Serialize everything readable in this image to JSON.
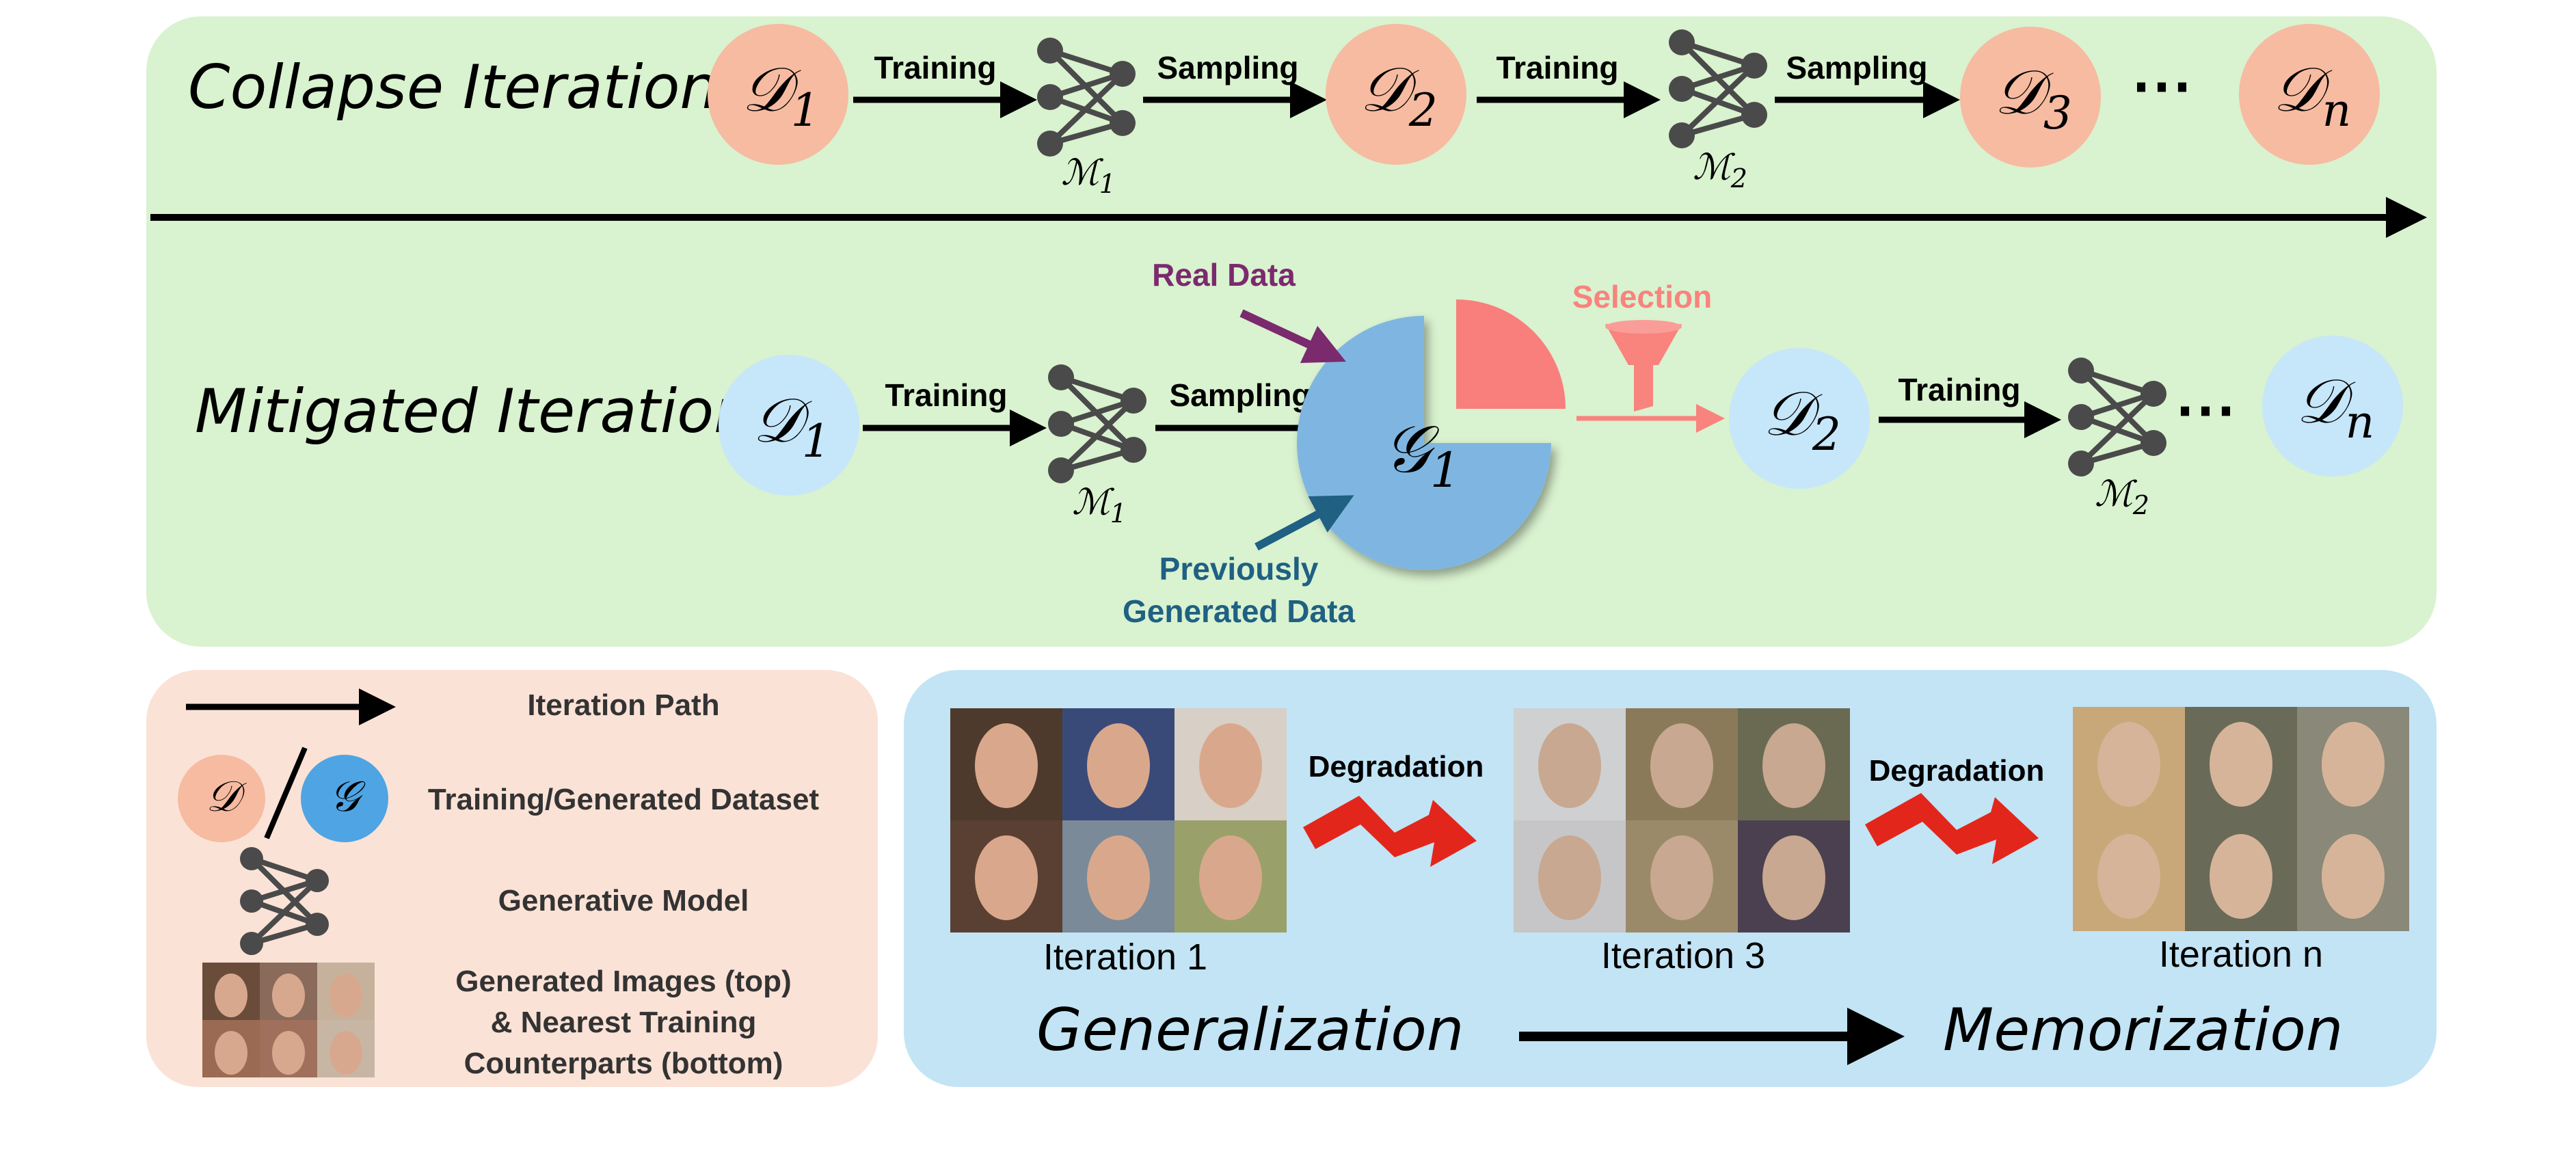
{
  "colors": {
    "top_panel_bg": "#d9f2cf",
    "legend_panel_bg": "#fbe2d6",
    "trend_panel_bg": "#c2e4f5",
    "training_dataset": "#f6bba1",
    "generated_dataset": "#c6e6fa",
    "pie_generated": "#7fb6e1",
    "pie_real": "#f97f7c",
    "real_data_label": "#7b2a6e",
    "previous_label": "#1f6083",
    "selection_label": "#f9837d",
    "degradation_arrow": "#e3261b",
    "edge": "#000000",
    "node": "#4a4a4a"
  },
  "icons": {
    "model": "neural-network-icon",
    "filter": "funnel-icon",
    "degradation": "zigzag-arrow-icon",
    "faces": "face-grid-image"
  },
  "collapse": {
    "title": "Collapse Iteration",
    "d1_letter": "𝒟",
    "d1_sub": "1",
    "train1_label": "Training",
    "m1_letter": "ℳ",
    "m1_sub": "1",
    "sample1_label": "Sampling",
    "d2_letter": "𝒟",
    "d2_sub": "2",
    "train2_label": "Training",
    "m2_letter": "ℳ",
    "m2_sub": "2",
    "sample2_label": "Sampling",
    "d3_letter": "𝒟",
    "d3_sub": "3",
    "ellipsis": "⋯",
    "dn_letter": "𝒟",
    "dn_sub": "n"
  },
  "mitigated": {
    "title": "Mitigated Iteration",
    "d1_letter": "𝒟",
    "d1_sub": "1",
    "train1_label": "Training",
    "m1_letter": "ℳ",
    "m1_sub": "1",
    "sample_label": "Sampling",
    "g1_letter": "𝒢",
    "g1_sub": "1",
    "real_data_label": "Real Data",
    "previous_line1": "Previously",
    "previous_line2": "Generated Data",
    "selection_label": "Selection",
    "d2_letter": "𝒟",
    "d2_sub": "2",
    "train2_label": "Training",
    "m2_letter": "ℳ",
    "m2_sub": "2",
    "ellipsis": "⋯",
    "dn_letter": "𝒟",
    "dn_sub": "n"
  },
  "legend": {
    "path_label": "Iteration Path",
    "dataset_d_letter": "𝒟",
    "dataset_g_letter": "𝒢",
    "dataset_label": "Training/Generated Dataset",
    "model_label": "Generative Model",
    "images_line1": "Generated Images (top)",
    "images_line2": "& Nearest Training",
    "images_line3": "Counterparts (bottom)"
  },
  "trend": {
    "degradation1_label": "Degradation",
    "degradation2_label": "Degradation",
    "iter1_label": "Iteration 1",
    "iter3_label": "Iteration 3",
    "itern_label": "Iteration n",
    "generalization_label": "Generalization",
    "memorization_label": "Memorization"
  }
}
